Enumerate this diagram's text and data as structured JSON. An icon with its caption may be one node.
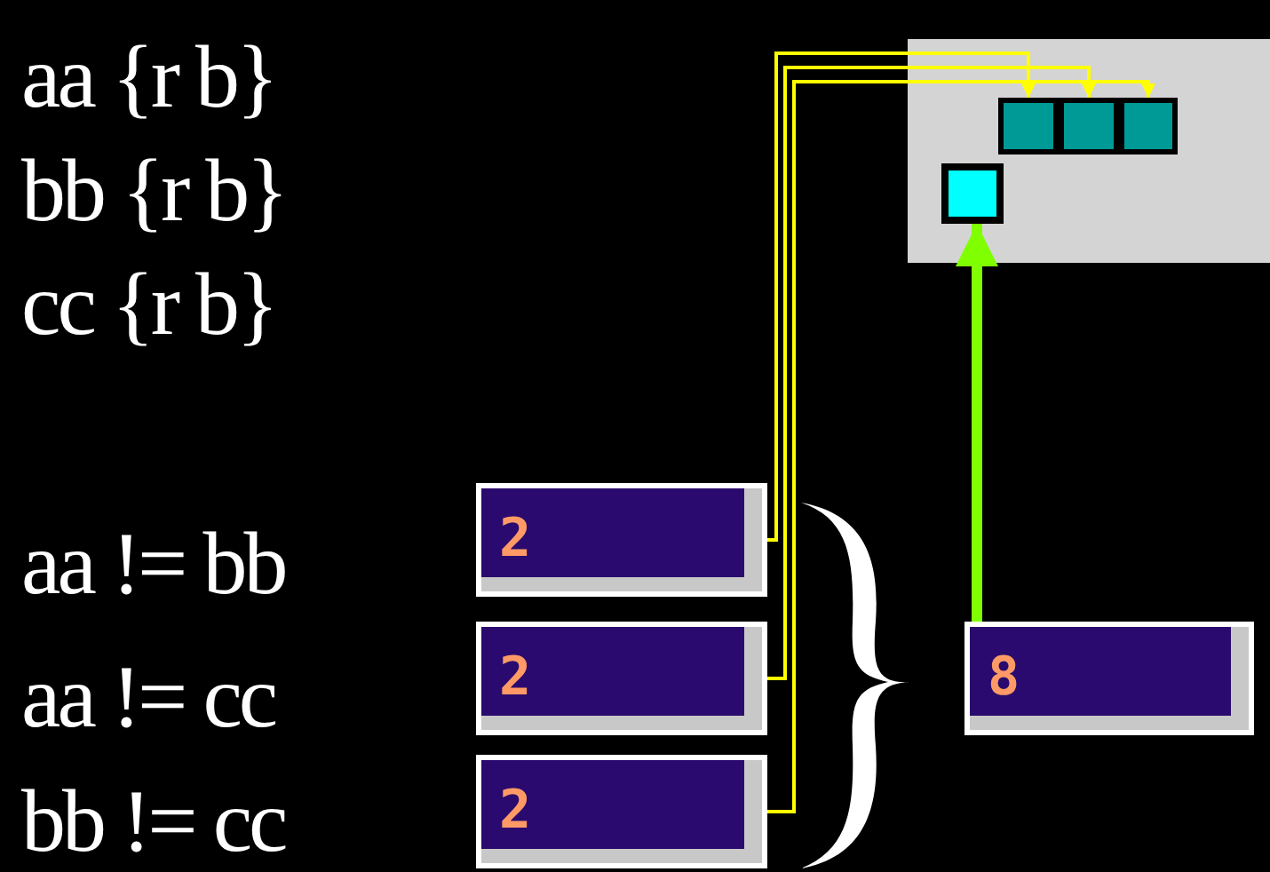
{
  "diagram": {
    "nodes": [
      {
        "text": [],
        "shape": "box"
      },
      {
        "text": [],
        "shape": "box",
        "in": 0
      },
      {
        "text": [],
        "shape": "box",
        "in": 0
      },
      {
        "text": [],
        "shape": "box",
        "in": 0
      },
      {
        "text": [],
        "shape": "box",
        "in": 0
      },
      {
        "text": [
          "2"
        ]
      },
      {
        "text": [
          "2"
        ]
      },
      {
        "text": [
          "2"
        ]
      },
      {
        "text": [
          "8"
        ]
      },
      {
        "text": [],
        "shape": "brace"
      }
    ],
    "edges": [
      {
        "from": 5,
        "to": 1,
        "arrow": "to"
      },
      {
        "from": 6,
        "to": 2,
        "arrow": "to"
      },
      {
        "from": 7,
        "to": 3,
        "arrow": "to"
      },
      {
        "from": 8,
        "to": 4,
        "arrow": "to",
        "style": "thick",
        "color": "#80ff00"
      }
    ],
    "labels": [
      "aa {r b}",
      "bb {r b}",
      "cc {r b}",
      "aa != bb",
      "aa != cc",
      "bb != cc"
    ]
  }
}
